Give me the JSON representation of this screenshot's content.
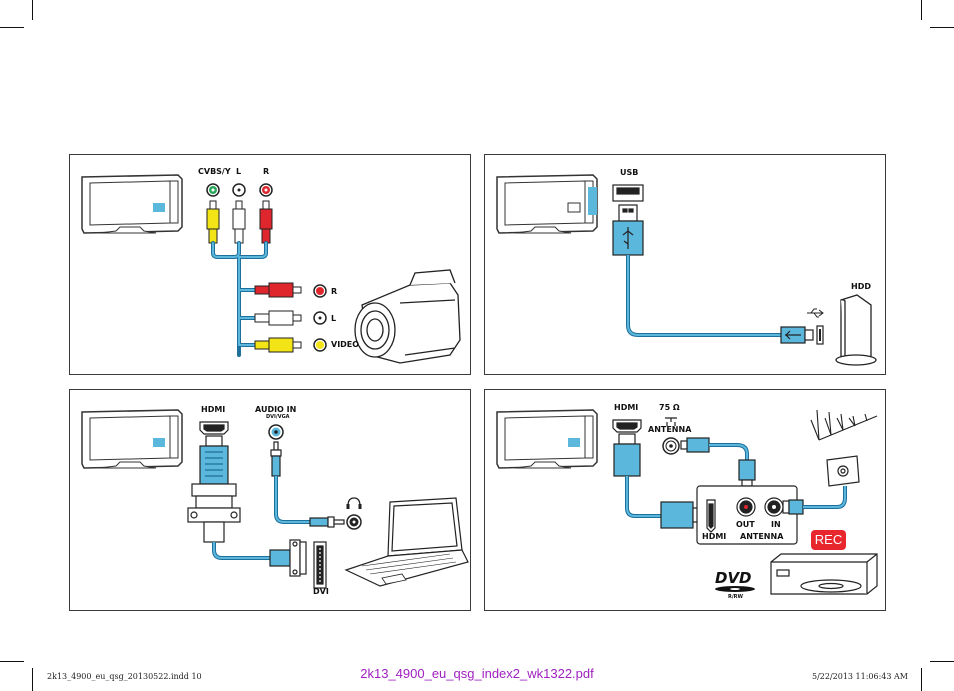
{
  "panel1": {
    "jack_labels": [
      "CVBS/Y",
      "L",
      "R"
    ],
    "camcorder_labels": [
      "R",
      "L",
      "VIDEO"
    ]
  },
  "panel2": {
    "usb_label": "USB",
    "hdd_label": "HDD"
  },
  "panel3": {
    "hdmi_label": "HDMI",
    "audio_in_label": "AUDIO IN",
    "audio_in_sub": "DVI/VGA",
    "dvi_label": "DVI"
  },
  "panel4": {
    "hdmi_label": "HDMI",
    "ohm_label": "75 Ω",
    "antenna_label": "ANTENNA",
    "out_label": "OUT",
    "in_label": "IN",
    "rec_hdmi_label": "HDMI",
    "rec_antenna_label": "ANTENNA",
    "rec_badge": "REC",
    "dvd_logo": "DVD",
    "dvd_sub": "R/RW"
  },
  "footer": {
    "left": "2k13_4900_eu_qsg_20130522.indd   10",
    "center": "2k13_4900_eu_qsg_index2_wk1322.pdf",
    "right": "5/22/2013   11:06:43 AM"
  },
  "colors": {
    "cable": "#5bb8dc",
    "cable_dark": "#1e6f9a",
    "yellow": "#f2e416",
    "red": "#e0262d",
    "green": "#2aa85a",
    "rec": "#e8262d",
    "footer_center": "#a020c0"
  }
}
